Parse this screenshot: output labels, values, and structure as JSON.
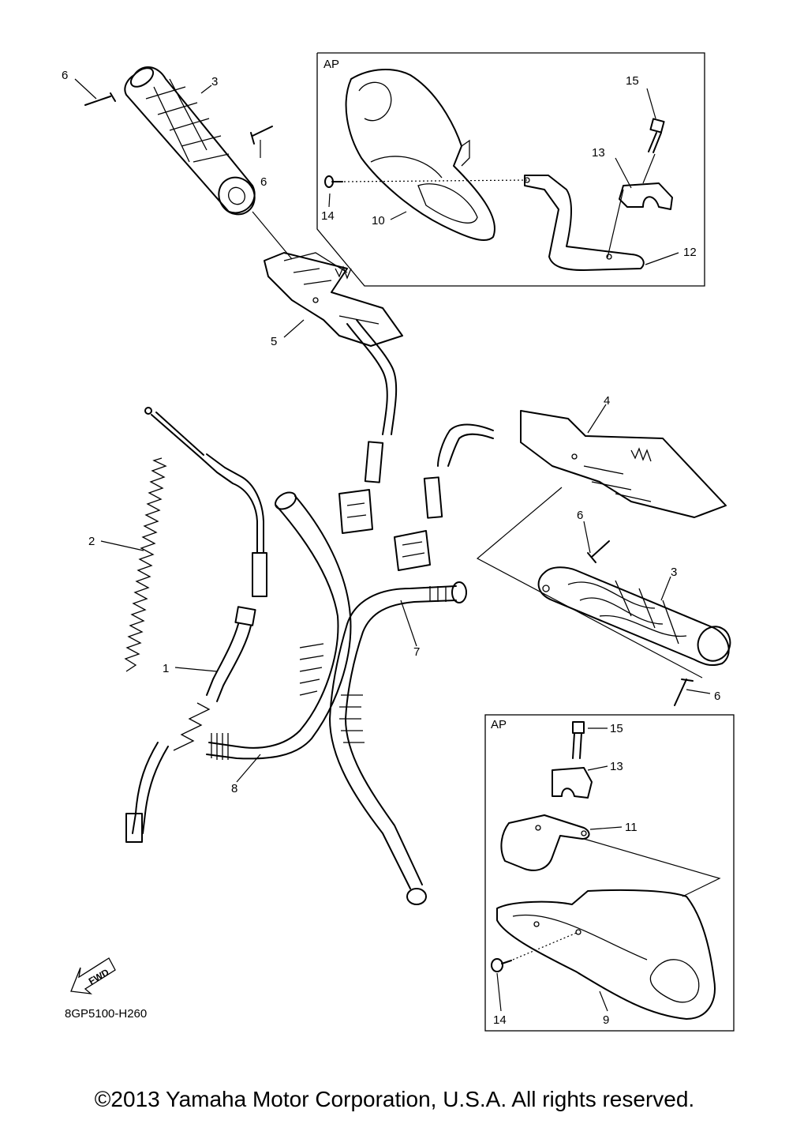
{
  "diagram_code": "8GP5100-H260",
  "copyright": "©2013 Yamaha Motor Corporation, U.S.A. All rights reserved.",
  "fwd_label": "FWD",
  "boxes": {
    "top_right": {
      "label": "AP"
    },
    "bottom_right": {
      "label": "AP"
    }
  },
  "callouts": {
    "c1": "1",
    "c2": "2",
    "c3a": "3",
    "c3b": "3",
    "c4": "4",
    "c5": "5",
    "c6a": "6",
    "c6b": "6",
    "c6c": "6",
    "c6d": "6",
    "c7": "7",
    "c8": "8",
    "c9": "9",
    "c10": "10",
    "c11": "11",
    "c12": "12",
    "c13a": "13",
    "c13b": "13",
    "c14a": "14",
    "c14b": "14",
    "c15a": "15",
    "c15b": "15"
  }
}
